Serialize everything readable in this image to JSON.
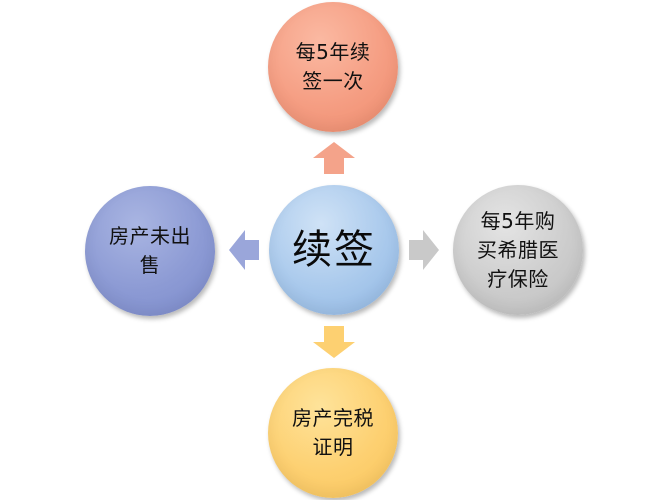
{
  "center": {
    "label": "续签"
  },
  "nodes": {
    "top": {
      "label": "每5年续\n签一次"
    },
    "right": {
      "label": "每5年购\n买希腊医\n疗保险"
    },
    "bottom": {
      "label": "房产完税\n证明"
    },
    "left": {
      "label": "房产未出\n售"
    }
  },
  "colors": {
    "center": "#a9c9ec",
    "top": "#f59d82",
    "right": "#cccccc",
    "bottom": "#fdd071",
    "left": "#8c9ad4",
    "arrow_up": "#f4a38a",
    "arrow_down": "#fdd071",
    "arrow_left": "#9aa6da",
    "arrow_right": "#c9c9c9"
  }
}
